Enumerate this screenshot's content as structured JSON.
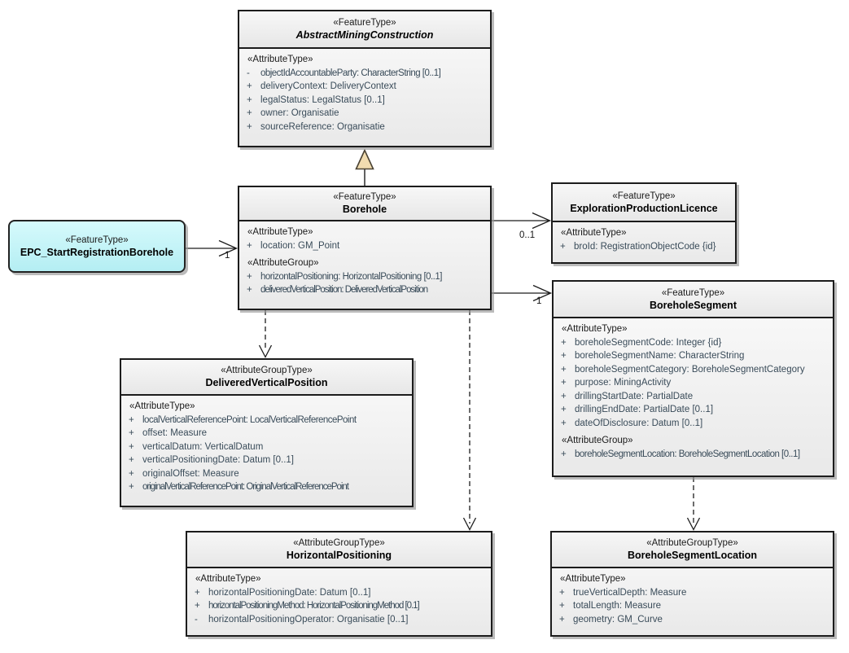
{
  "diagram": {
    "colors": {
      "box_border": "#1c1c1c",
      "attribute_text": "#394b59",
      "epc_fill": "#c9f4f8",
      "generalization_triangle_fill": "#f1dcb0"
    },
    "classes": {
      "amc": {
        "stereotype": "«FeatureType»",
        "name": "AbstractMiningConstruction",
        "sections": [
          {
            "heading": "«AttributeType»",
            "rows": [
              {
                "vis": "-",
                "text": "objectIdAccountableParty: CharacterString [0..1]"
              },
              {
                "vis": "+",
                "text": "deliveryContext: DeliveryContext"
              },
              {
                "vis": "+",
                "text": "legalStatus: LegalStatus [0..1]"
              },
              {
                "vis": "+",
                "text": "owner: Organisatie"
              },
              {
                "vis": "+",
                "text": "sourceReference: Organisatie"
              }
            ]
          }
        ]
      },
      "borehole": {
        "stereotype": "«FeatureType»",
        "name": "Borehole",
        "sections": [
          {
            "heading": "«AttributeType»",
            "rows": [
              {
                "vis": "+",
                "text": "location: GM_Point"
              }
            ]
          },
          {
            "heading": "«AttributeGroup»",
            "rows": [
              {
                "vis": "+",
                "text": "horizontalPositioning: HorizontalPositioning [0..1]"
              },
              {
                "vis": "+",
                "text": "deliveredVerticalPosition: DeliveredVerticalPosition"
              }
            ]
          }
        ]
      },
      "epc": {
        "stereotype": "«FeatureType»",
        "name": "EPC_StartRegistrationBorehole"
      },
      "epl": {
        "stereotype": "«FeatureType»",
        "name": "ExplorationProductionLicence",
        "sections": [
          {
            "heading": "«AttributeType»",
            "rows": [
              {
                "vis": "+",
                "text": "broId: RegistrationObjectCode {id}"
              }
            ]
          }
        ]
      },
      "bseg": {
        "stereotype": "«FeatureType»",
        "name": "BoreholeSegment",
        "sections": [
          {
            "heading": "«AttributeType»",
            "rows": [
              {
                "vis": "+",
                "text": "boreholeSegmentCode: Integer {id}"
              },
              {
                "vis": "+",
                "text": "boreholeSegmentName: CharacterString"
              },
              {
                "vis": "+",
                "text": "boreholeSegmentCategory: BoreholeSegmentCategory"
              },
              {
                "vis": "+",
                "text": "purpose: MiningActivity"
              },
              {
                "vis": "+",
                "text": "drillingStartDate: PartialDate"
              },
              {
                "vis": "+",
                "text": "drillingEndDate: PartialDate [0..1]"
              },
              {
                "vis": "+",
                "text": "dateOfDisclosure: Datum [0..1]"
              }
            ]
          },
          {
            "heading": "«AttributeGroup»",
            "rows": [
              {
                "vis": "+",
                "text": "boreholeSegmentLocation: BoreholeSegmentLocation [0..1]"
              }
            ]
          }
        ]
      },
      "dvp": {
        "stereotype": "«AttributeGroupType»",
        "name": "DeliveredVerticalPosition",
        "sections": [
          {
            "heading": "«AttributeType»",
            "rows": [
              {
                "vis": "+",
                "text": "localVerticalReferencePoint: LocalVerticalReferencePoint"
              },
              {
                "vis": "+",
                "text": "offset: Measure"
              },
              {
                "vis": "+",
                "text": "verticalDatum: VerticalDatum"
              },
              {
                "vis": "+",
                "text": "verticalPositioningDate: Datum [0..1]"
              },
              {
                "vis": "+",
                "text": "originalOffset: Measure"
              },
              {
                "vis": "+",
                "text": "originalVerticalReferencePoint: OriginalVerticalReferencePoint"
              }
            ]
          }
        ]
      },
      "hp": {
        "stereotype": "«AttributeGroupType»",
        "name": "HorizontalPositioning",
        "sections": [
          {
            "heading": "«AttributeType»",
            "rows": [
              {
                "vis": "+",
                "text": "horizontalPositioningDate: Datum [0..1]"
              },
              {
                "vis": "+",
                "text": "horizontalPositioningMethod: HorizontalPositioningMethod [0.1]"
              },
              {
                "vis": "-",
                "text": "horizontalPositioningOperator: Organisatie [0..1]"
              }
            ]
          }
        ]
      },
      "bsl": {
        "stereotype": "«AttributeGroupType»",
        "name": "BoreholeSegmentLocation",
        "sections": [
          {
            "heading": "«AttributeType»",
            "rows": [
              {
                "vis": "+",
                "text": "trueVerticalDepth: Measure"
              },
              {
                "vis": "+",
                "text": "totalLength: Measure"
              },
              {
                "vis": "+",
                "text": "geometry: GM_Curve"
              }
            ]
          }
        ]
      }
    },
    "connectors": {
      "generalization": {
        "type": "generalization",
        "from": "Borehole",
        "to": "AbstractMiningConstruction"
      },
      "epc_to_borehole": {
        "type": "association",
        "from": "EPC_StartRegistrationBorehole",
        "to": "Borehole",
        "label": "1"
      },
      "borehole_to_epl": {
        "type": "association",
        "from": "Borehole",
        "to": "ExplorationProductionLicence",
        "label": "0..1"
      },
      "borehole_to_bseg": {
        "type": "association",
        "from": "Borehole",
        "to": "BoreholeSegment",
        "label": "1"
      },
      "borehole_to_dvp": {
        "type": "dependency",
        "from": "Borehole",
        "to": "DeliveredVerticalPosition"
      },
      "borehole_to_hp": {
        "type": "dependency",
        "from": "Borehole",
        "to": "HorizontalPositioning"
      },
      "bseg_to_bsl": {
        "type": "dependency",
        "from": "BoreholeSegment",
        "to": "BoreholeSegmentLocation"
      }
    }
  }
}
